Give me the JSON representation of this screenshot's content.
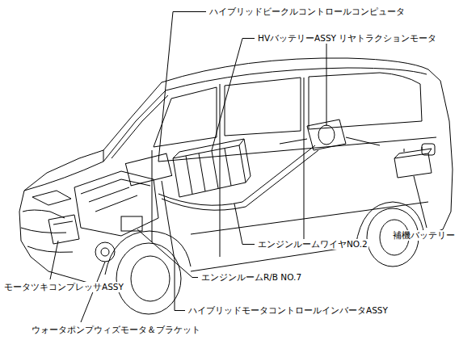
{
  "diagram": {
    "labels": [
      "ハイブリッドビークルコントロールコンピュータ",
      "HVバッテリーASSY",
      "リヤトラクションモータ",
      "補機バッテリー",
      "エンジンルームワイヤNO.2",
      "エンジンルームR/B NO.7",
      "ハイブリッドモータコントロールインバータASSY",
      "モータツキコンプレッサASSY",
      "ウォータポンプウィズモータ＆ブラケット"
    ]
  }
}
